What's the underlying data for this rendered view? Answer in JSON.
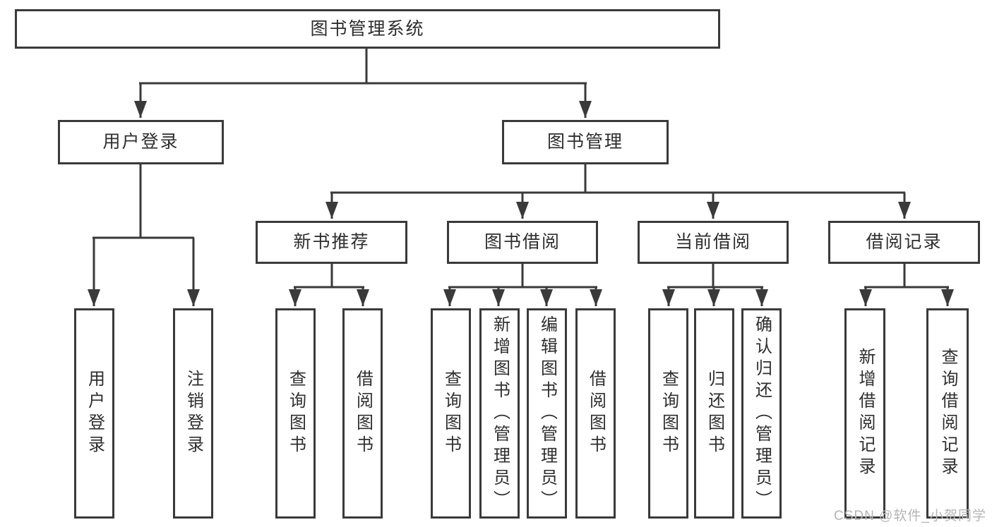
{
  "diagram": {
    "root": {
      "label": "图书管理系统"
    },
    "level2": {
      "user_login": {
        "label": "用户登录"
      },
      "book_mgmt": {
        "label": "图书管理"
      }
    },
    "user_login_children": [
      {
        "label": "用户登录"
      },
      {
        "label": "注销登录"
      }
    ],
    "sections": [
      {
        "label": "新书推荐",
        "children": [
          {
            "label": "查询图书"
          },
          {
            "label": "借阅图书"
          }
        ]
      },
      {
        "label": "图书借阅",
        "children": [
          {
            "label": "查询图书"
          },
          {
            "label": "新增图书（管理员）"
          },
          {
            "label": "编辑图书（管理员）"
          },
          {
            "label": "借阅图书"
          }
        ]
      },
      {
        "label": "当前借阅",
        "children": [
          {
            "label": "查询图书"
          },
          {
            "label": "归还图书"
          },
          {
            "label": "确认归还（管理员）"
          }
        ]
      },
      {
        "label": "借阅记录",
        "children": [
          {
            "label": "新增借阅记录"
          },
          {
            "label": "查询借阅记录"
          }
        ]
      }
    ],
    "colors": {
      "line": "#3a3a3a",
      "text": "#2e2e2e",
      "background": "#ffffff",
      "watermark_text": "#b5b5b5"
    },
    "watermark": {
      "text": "CSDN @软件_小贺同学"
    }
  }
}
